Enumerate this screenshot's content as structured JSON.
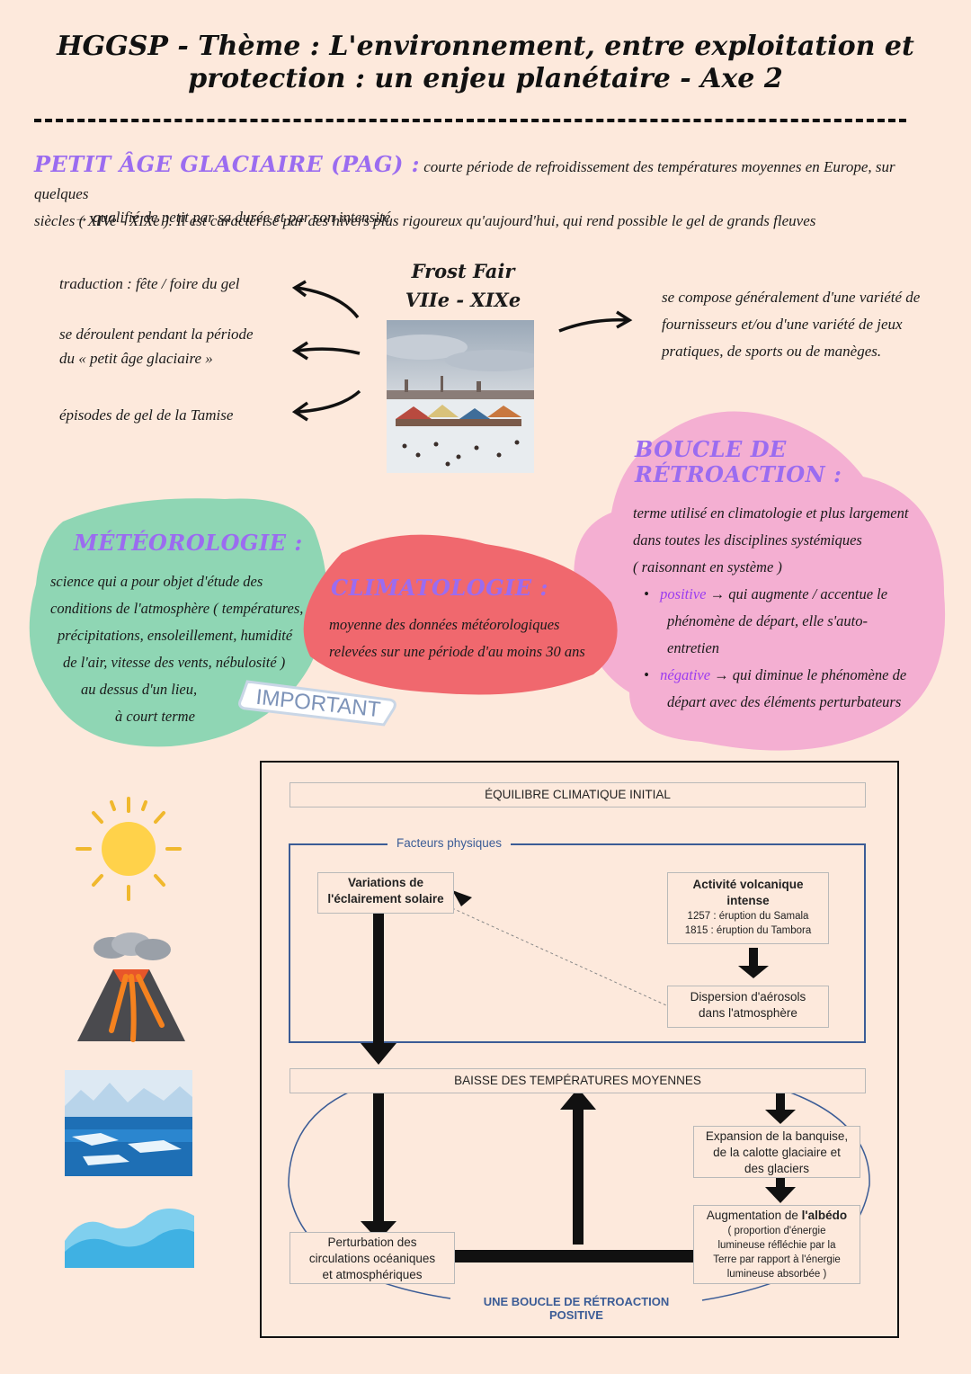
{
  "header": {
    "title_line1": "HGGSP - Thème : L'environnement, entre exploitation et",
    "title_line2": "protection : un enjeu planétaire - Axe 2"
  },
  "pag": {
    "heading": "PETIT ÂGE GLACIAIRE (PAG) :",
    "definition_part1": "courte période de refroidissement des températures moyennes en Europe, sur quelques",
    "definition_part2": "siècles ( XIVe - XIXe ). Il est caractérisé par des hivers plus rigoureux qu'aujourd'hui, qui rend possible le gel de grands fleuves",
    "note": "qualifié de petit par sa durée et par son intensité"
  },
  "frost_fair": {
    "title": "Frost Fair",
    "period": "VIIe - XIXe",
    "left_items": [
      "traduction : fête / foire du gel",
      "se déroulent pendant la période",
      "du « petit âge glaciaire »",
      "épisodes de gel de la Tamise"
    ],
    "right_lines": [
      "se compose généralement d'une variété de",
      "fournisseurs et/ou d'une variété de jeux",
      "pratiques, de sports ou de manèges."
    ]
  },
  "meteorologie": {
    "heading": "MÉTÉOROLOGIE :",
    "lines": [
      "science qui a pour objet d'étude des",
      "conditions de l'atmosphère ( températures,",
      "précipitations, ensoleillement, humidité",
      "de l'air, vitesse des vents, nébulosité )",
      "au dessus d'un lieu,",
      "à court terme"
    ]
  },
  "climatologie": {
    "heading": "CLIMATOLOGIE :",
    "lines": [
      "moyenne des données météorologiques",
      "relevées sur une période d'au moins 30 ans"
    ]
  },
  "important_sticker": "IMPORTANT",
  "boucle": {
    "heading_line1": "BOUCLE DE",
    "heading_line2": "RÉTROACTION :",
    "intro_lines": [
      "terme utilisé en climatologie et plus largement",
      "dans toutes les disciplines systémiques",
      "( raisonnant en système )"
    ],
    "positive_label": "positive",
    "positive_text1": "qui augmente / accentue le",
    "positive_text2": "phénomène de départ, elle s'auto-",
    "positive_text3": "entretien",
    "negative_label": "négative",
    "negative_text1": "qui diminue le phénomène de",
    "negative_text2": "départ avec des éléments perturbateurs",
    "accent_color": "#9b3cf0"
  },
  "diagram": {
    "top_box": "ÉQUILIBRE CLIMATIQUE INITIAL",
    "group_label": "Facteurs physiques",
    "solar": "Variations de",
    "solar2": "l'éclairement solaire",
    "volcano_title": "Activité volcanique",
    "volcano_title2": "intense",
    "volcano_e1": "1257 : éruption du Samala",
    "volcano_e2": "1815 : éruption du Tambora",
    "aerosol1": "Dispersion d'aérosols",
    "aerosol2": "dans l'atmosphère",
    "temp_box": "BAISSE DES TEMPÉRATURES MOYENNES",
    "expansion1": "Expansion de la banquise,",
    "expansion2": "de la calotte glaciaire et",
    "expansion3": "des glaciers",
    "albedo_pre": "Augmentation de ",
    "albedo_bold": "l'albédo",
    "albedo_s1": "( proportion d'énergie",
    "albedo_s2": "lumineuse réfléchie par la",
    "albedo_s3": "Terre par rapport à l'énergie",
    "albedo_s4": "lumineuse absorbée )",
    "ocean1": "Perturbation des",
    "ocean2": "circulations océaniques",
    "ocean3": "et atmosphériques",
    "loop_label": "UNE BOUCLE DE RÉTROACTION POSITIVE"
  },
  "colors": {
    "background": "#fde9dc",
    "meteo_blob": "#8fd6b4",
    "clim_blob": "#f0686e",
    "boucle_blob": "#f4afd2",
    "heading_purple": "#9b6cf0",
    "diagram_blue": "#3b5c96"
  },
  "icons": [
    "sun-icon",
    "volcano-icon",
    "iceberg-icon",
    "wave-icon"
  ]
}
